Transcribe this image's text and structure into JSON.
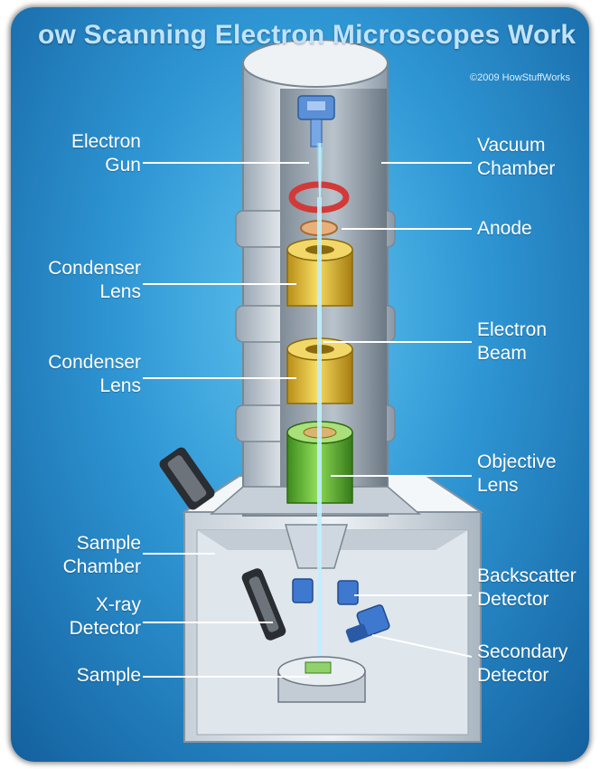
{
  "title": "ow Scanning Electron Microscopes Work",
  "copyright": "©2009 HowStuffWorks",
  "labels": {
    "electron_gun": [
      "Electron",
      "Gun"
    ],
    "condenser_lens_1": [
      "Condenser",
      "Lens"
    ],
    "condenser_lens_2": [
      "Condenser",
      "Lens"
    ],
    "sample_chamber": [
      "Sample",
      "Chamber"
    ],
    "xray_detector": [
      "X-ray",
      "Detector"
    ],
    "sample": [
      "Sample"
    ],
    "vacuum_chamber": [
      "Vacuum",
      "Chamber"
    ],
    "anode": [
      "Anode"
    ],
    "electron_beam": [
      "Electron",
      "Beam"
    ],
    "objective_lens": [
      "Objective",
      "Lens"
    ],
    "backscatter_detector": [
      "Backscatter",
      "Detector"
    ],
    "secondary_detector": [
      "Secondary",
      "Detector"
    ]
  },
  "colors": {
    "background": "#2f96d4",
    "column": "#d9e1e8",
    "condenser_lens": "#e8c23a",
    "objective_lens": "#6fbf3c",
    "electron_beam": "#9fe6ff",
    "anode_ring": "#d23a3a"
  }
}
